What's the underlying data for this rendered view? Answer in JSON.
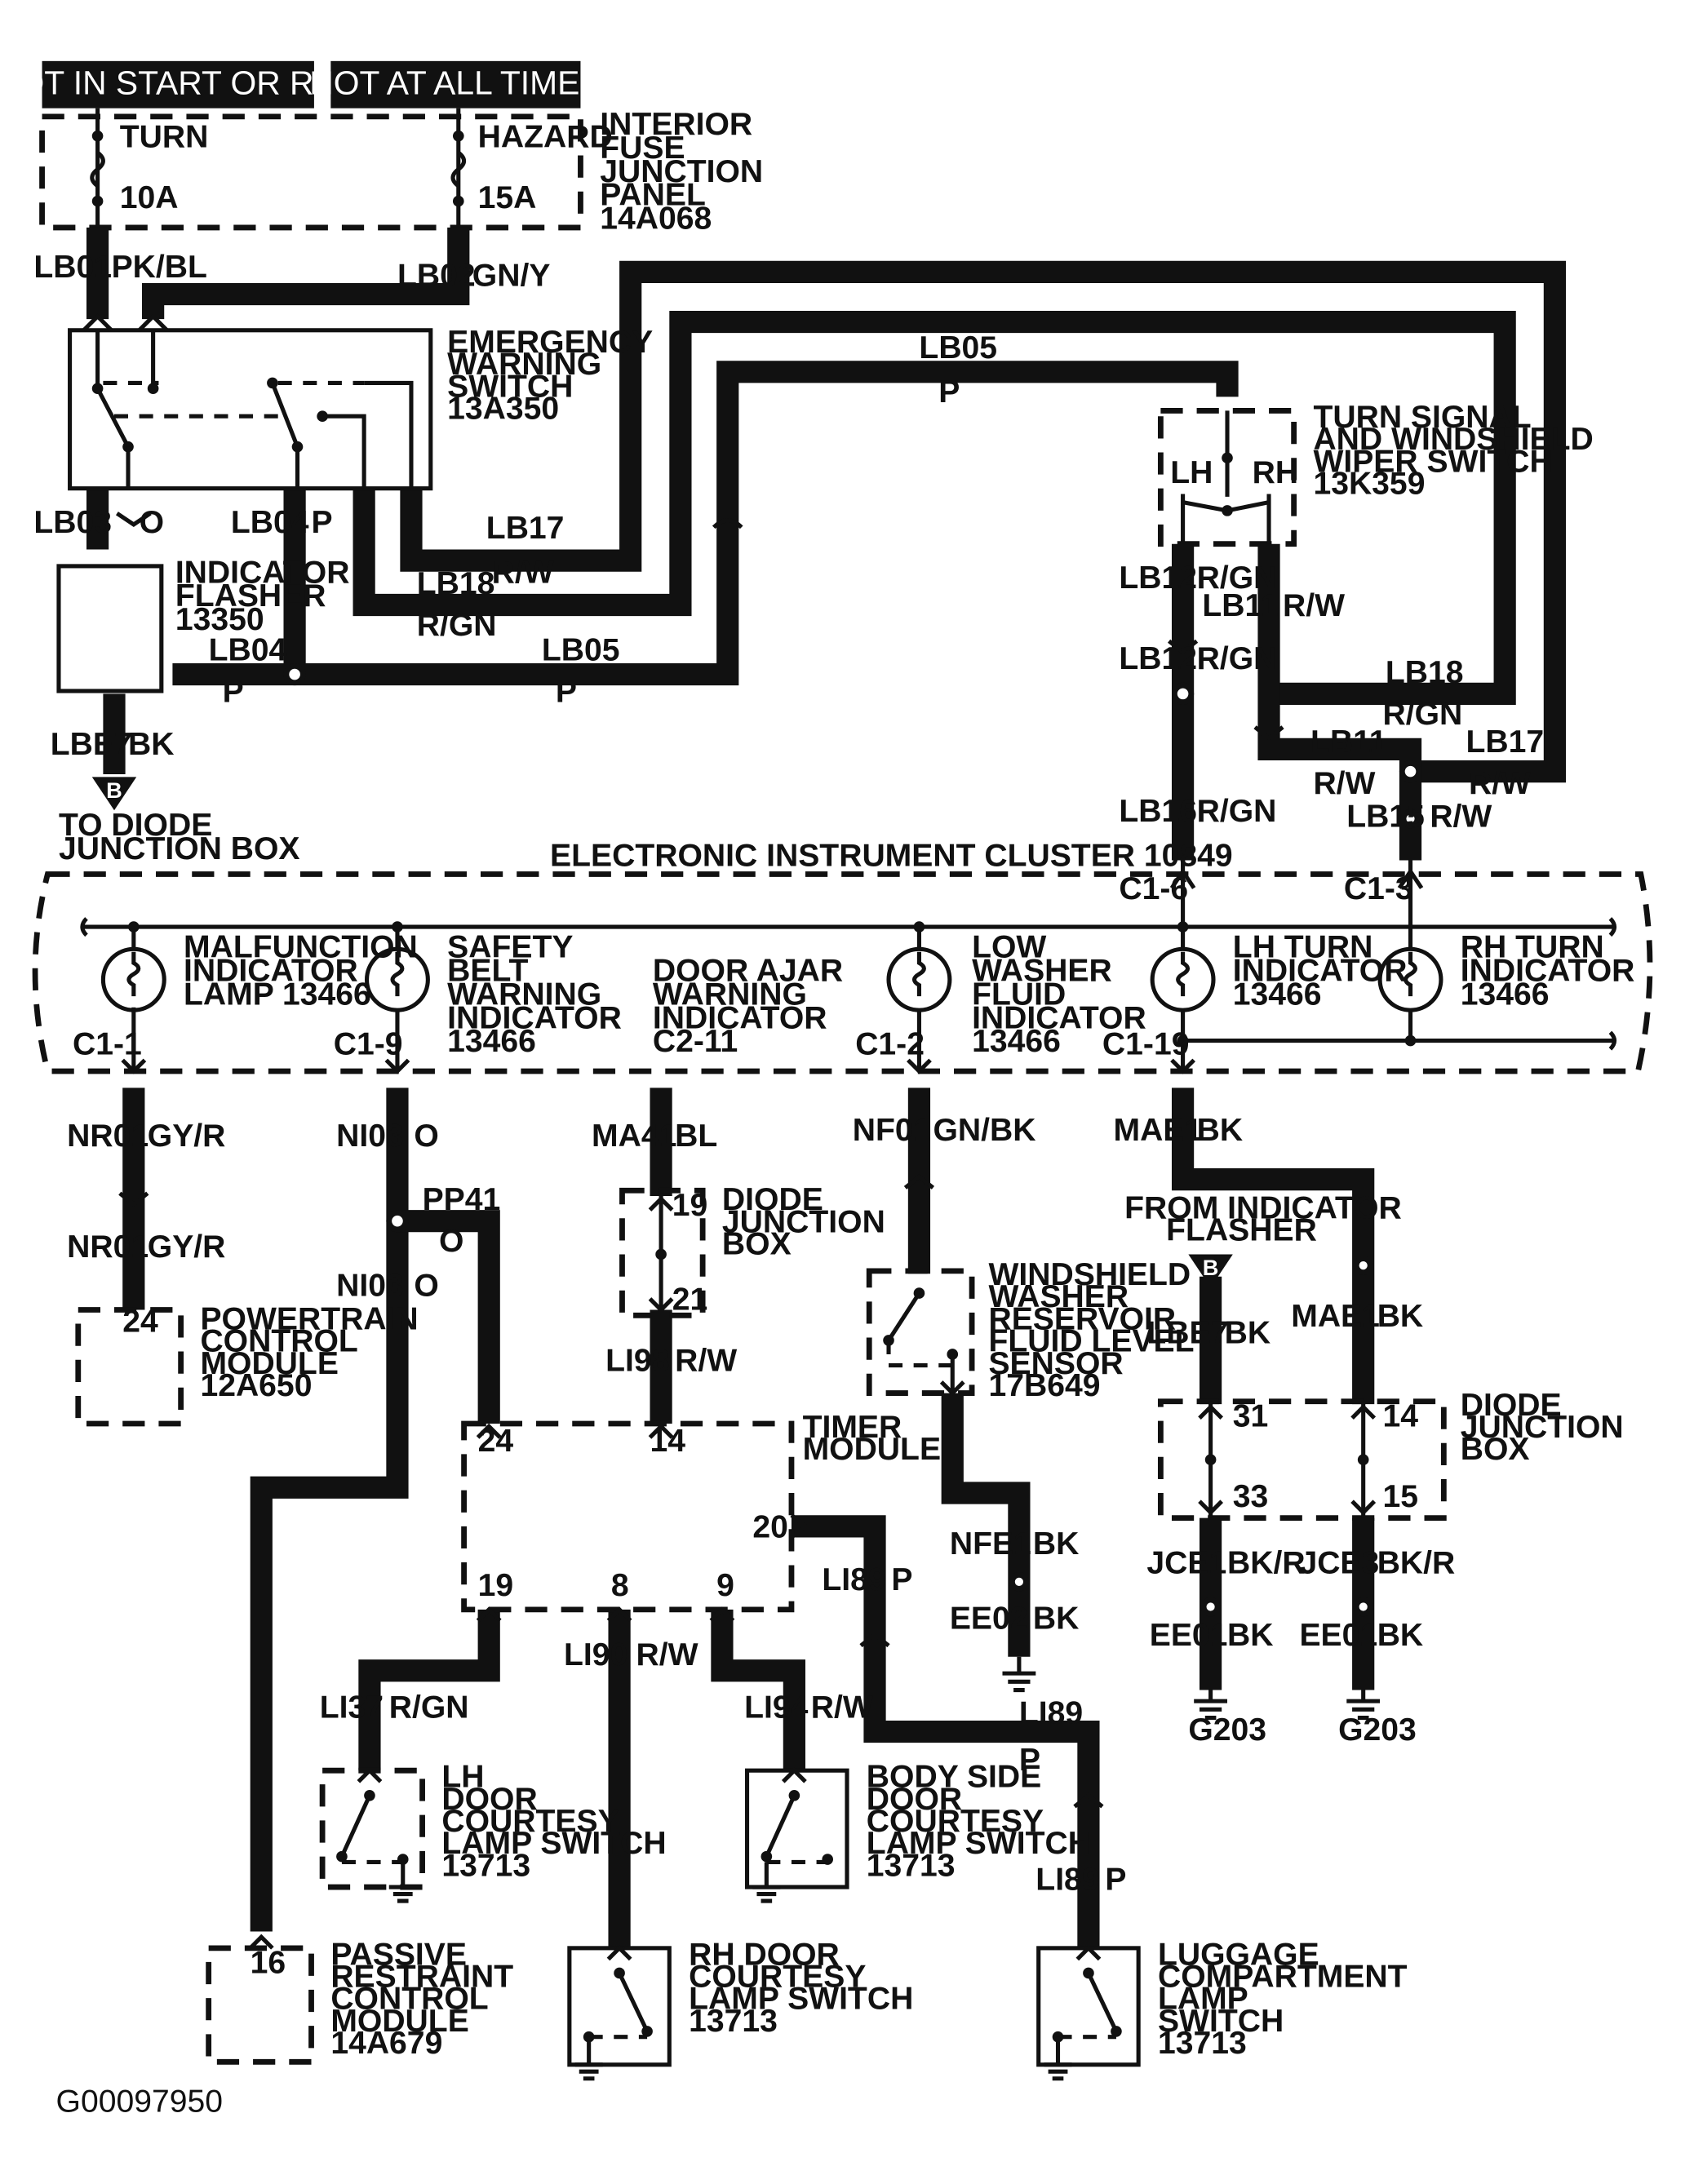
{
  "header": {
    "hot_start_run": "HOT IN START OR RUN",
    "hot_all_times": "HOT AT ALL TIMES"
  },
  "fuse_panel": {
    "turn": "TURN",
    "hazard": "HAZARD",
    "turn_amp": "10A",
    "hazard_amp": "15A",
    "label_l1": "INTERIOR",
    "label_l2": "FUSE",
    "label_l3": "JUNCTION",
    "label_l4": "PANEL",
    "label_l5": "14A068"
  },
  "wires": {
    "lb01": "LB01",
    "pk_bl": "PK/BL",
    "lb02": "LB02",
    "gn_y": "GN/Y",
    "lb03": "LB03",
    "o": "O",
    "lb04": "LB04",
    "p": "P",
    "lb05": "LB05",
    "lb17": "LB17",
    "r_w": "R/W",
    "lb18": "LB18",
    "r_gn": "R/GN",
    "lb12": "LB12",
    "lb11": "LB11",
    "lbe7": "LBE7",
    "bk": "BK",
    "lb16": "LB16",
    "lb15": "LB15",
    "nr01": "NR01",
    "gy_r": "GY/R",
    "ni03": "NI03",
    "pp41": "PP41",
    "ma41": "MA41",
    "bl": "BL",
    "nf01": "NF01",
    "gn_bk": "GN/BK",
    "mae1": "MAE1",
    "li98": "LI98",
    "nfe1": "NFE1",
    "ee02": "EE02",
    "jce1": "JCE1",
    "jce3": "JCE3",
    "bk_r": "BK/R",
    "ee01": "EE01",
    "li89": "LI89",
    "li90": "LI90",
    "li37": "LI37",
    "li94": "LI94"
  },
  "components": {
    "emergency_switch": [
      "EMERGENCY",
      "WARNING",
      "SWITCH",
      "13A350"
    ],
    "flasher": [
      "INDICATOR",
      "FLASHER",
      "13350"
    ],
    "turn_switch": [
      "TURN SIGNAL",
      "AND WINDSHIELD",
      "WIPER SWITCH",
      "13K359"
    ],
    "turn_lh": "LH",
    "turn_rh": "RH",
    "diode_ref": "B",
    "to_diode": [
      "TO DIODE",
      "JUNCTION BOX"
    ],
    "cluster_title": "ELECTRONIC INSTRUMENT CLUSTER 10849",
    "mil": [
      "MALFUNCTION",
      "INDICATOR",
      "LAMP 13466"
    ],
    "seatbelt": [
      "SAFETY",
      "BELT",
      "WARNING",
      "INDICATOR",
      "13466"
    ],
    "door_ajar": [
      "DOOR AJAR",
      "WARNING",
      "INDICATOR",
      "C2-11"
    ],
    "low_washer": [
      "LOW",
      "WASHER",
      "FLUID",
      "INDICATOR",
      "13466"
    ],
    "lh_turn": [
      "LH TURN",
      "INDICATOR",
      "13466"
    ],
    "rh_turn": [
      "RH TURN",
      "INDICATOR",
      "13466"
    ],
    "pcm": [
      "POWERTRAIN",
      "CONTROL",
      "MODULE",
      "12A650"
    ],
    "diode_box": [
      "DIODE",
      "JUNCTION",
      "BOX"
    ],
    "timer": [
      "TIMER",
      "MODULE"
    ],
    "washer_sensor": [
      "WINDSHIELD",
      "WASHER",
      "RESERVOIR",
      "FLUID LEVEL",
      "SENSOR",
      "17B649"
    ],
    "from_flasher": [
      "FROM INDICATOR",
      "FLASHER"
    ],
    "diode_box2": [
      "DIODE",
      "JUNCTION",
      "BOX"
    ],
    "lh_door": [
      "LH",
      "DOOR",
      "COURTESY",
      "LAMP SWITCH",
      "13713"
    ],
    "body_side": [
      "BODY SIDE",
      "DOOR",
      "COURTESY",
      "LAMP SWITCH",
      "13713"
    ],
    "rh_door": [
      "RH DOOR",
      "COURTESY",
      "LAMP SWITCH",
      "13713"
    ],
    "luggage": [
      "LUGGAGE",
      "COMPARTMENT",
      "LAMP",
      "SWITCH",
      "13713"
    ],
    "prcm": [
      "PASSIVE",
      "RESTRAINT",
      "CONTROL",
      "MODULE",
      "14A679"
    ]
  },
  "connectors": {
    "c1_6": "C1-6",
    "c1_3": "C1-3",
    "c1_1": "C1-1",
    "c1_9": "C1-9",
    "c1_2": "C1-2",
    "c1_19": "C1-19"
  },
  "pins": {
    "p24": "24",
    "p19": "19",
    "p21": "21",
    "p14": "14",
    "p20": "20",
    "p8": "8",
    "p9": "9",
    "p31": "31",
    "p33": "33",
    "p15": "15",
    "p16": "16"
  },
  "grounds": {
    "g203": "G203"
  },
  "footer": {
    "code": "G00097950"
  }
}
